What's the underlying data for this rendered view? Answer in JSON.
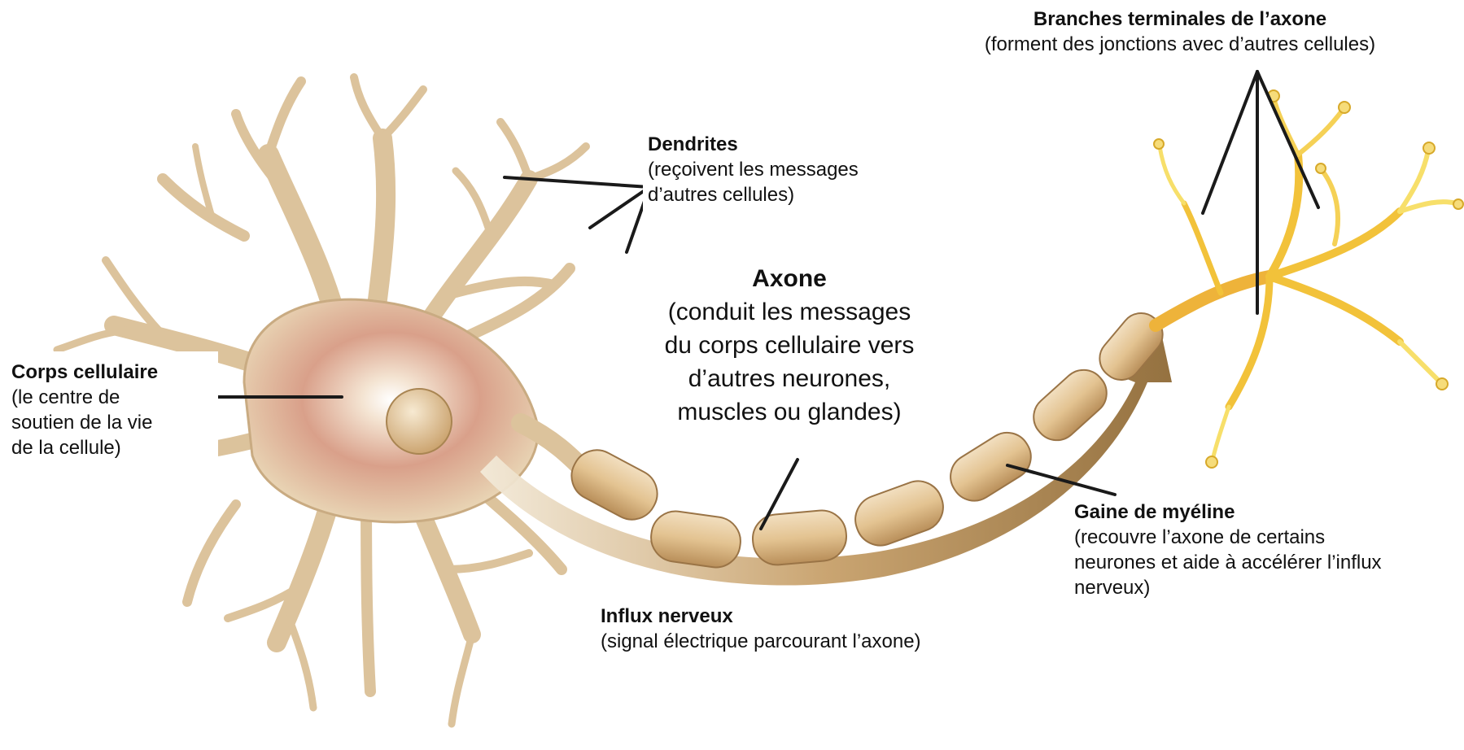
{
  "labels": {
    "branches": {
      "title": "Branches terminales de l’axone",
      "desc": "(forment des jonctions avec d’autres cellules)"
    },
    "dendrites": {
      "title": "Dendrites",
      "desc_line1": "(reçoivent les messages",
      "desc_line2": "d’autres cellules)"
    },
    "axone": {
      "title": "Axone",
      "line1": "(conduit les messages",
      "line2": "du corps cellulaire vers",
      "line3": "d’autres neurones,",
      "line4": "muscles ou glandes)"
    },
    "corps": {
      "title": "Corps cellulaire",
      "line1": "(le centre de",
      "line2": "soutien de la vie",
      "line3": "de la cellule)"
    },
    "gaine": {
      "title": "Gaine de myéline",
      "line1": "(recouvre l’axone de certains",
      "line2": "neurones et aide à accélérer l’influx",
      "line3": "nerveux)"
    },
    "influx": {
      "title": "Influx nerveux",
      "desc": "(signal électrique parcourant l’axone)"
    }
  },
  "colors": {
    "dendrite_fill": "#ead7b8",
    "dendrite_stroke": "#c9ab82",
    "soma_pink": "#d9a08a",
    "myelin": "#e3c391",
    "terminal": "#f2c23a",
    "arrow": "#a9844b",
    "leader": "#1a1a1a"
  }
}
